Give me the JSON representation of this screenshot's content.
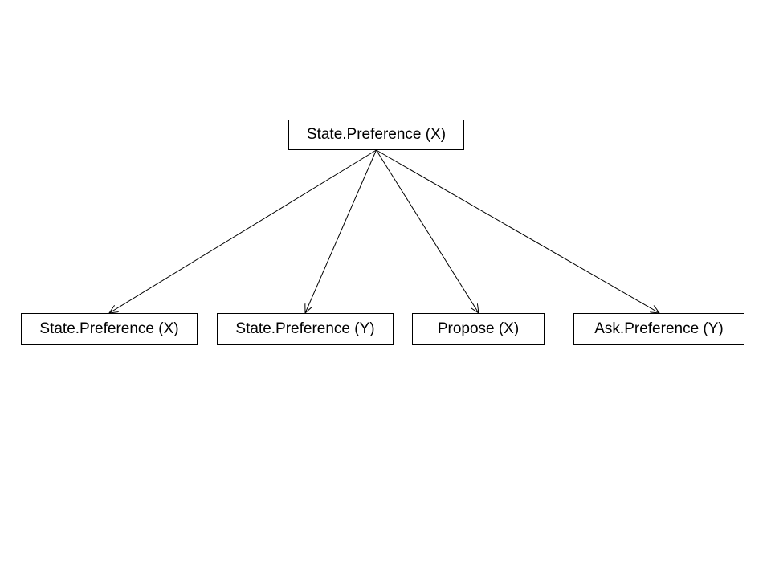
{
  "diagram": {
    "root": {
      "label": "State.Preference (X)"
    },
    "children": [
      {
        "label": "State.Preference (X)"
      },
      {
        "label": "State.Preference (Y)"
      },
      {
        "label": "Propose (X)"
      },
      {
        "label": "Ask.Preference (Y)"
      }
    ],
    "edges": [
      {
        "from": "root",
        "to": "child-1"
      },
      {
        "from": "root",
        "to": "child-2"
      },
      {
        "from": "root",
        "to": "child-3"
      },
      {
        "from": "root",
        "to": "child-4"
      }
    ],
    "colors": {
      "line": "#000000",
      "box_border": "#000000",
      "text": "#000000",
      "background": "#ffffff"
    }
  }
}
